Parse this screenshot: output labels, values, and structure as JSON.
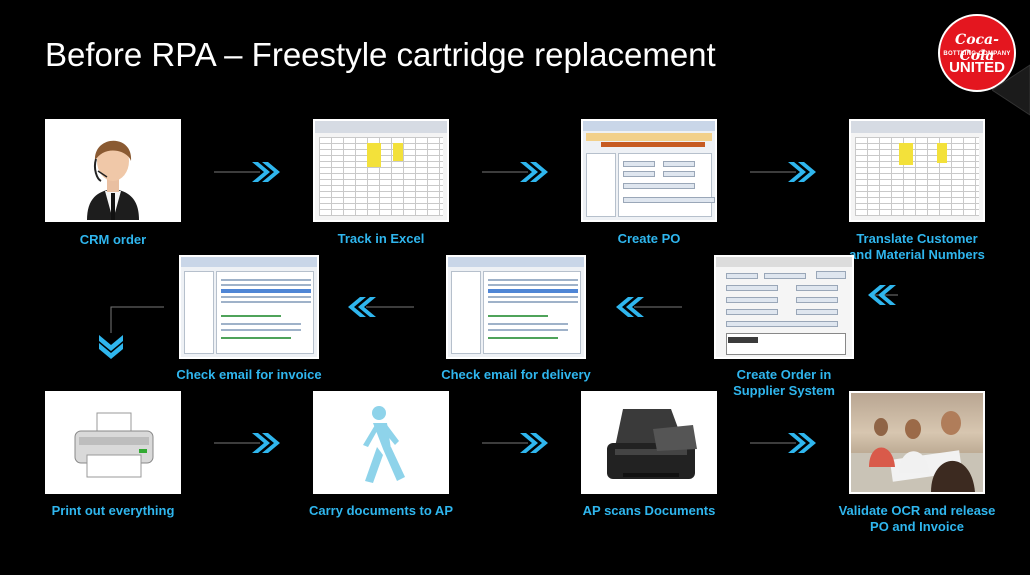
{
  "slide": {
    "title": "Before RPA – Freestyle cartridge replacement",
    "logo": {
      "script": "Coca-Cola",
      "company": "BOTTLING COMPANY",
      "united": "UNITED",
      "color": "#e4161f"
    }
  },
  "accent_color": "#2fb6ee",
  "steps": [
    {
      "id": 1,
      "label": "CRM order",
      "image": "call-center-agent"
    },
    {
      "id": 2,
      "label": "Track in Excel",
      "image": "excel-spreadsheet"
    },
    {
      "id": 3,
      "label": "Create PO",
      "image": "purchase-order-screen"
    },
    {
      "id": 4,
      "label": "Translate Customer and Material Numbers",
      "image": "excel-spreadsheet"
    },
    {
      "id": 5,
      "label": "Create Order in Supplier System",
      "image": "supplier-order-form"
    },
    {
      "id": 6,
      "label": "Check email for delivery",
      "image": "email-client"
    },
    {
      "id": 7,
      "label": "Check email for invoice",
      "image": "email-client"
    },
    {
      "id": 8,
      "label": "Print out everything",
      "image": "printer-icon"
    },
    {
      "id": 9,
      "label": "Carry documents to AP",
      "image": "walking-person-icon"
    },
    {
      "id": 10,
      "label": "AP scans Documents",
      "image": "document-scanner"
    },
    {
      "id": 11,
      "label": "Validate OCR and release PO and Invoice",
      "image": "office-workers"
    }
  ]
}
